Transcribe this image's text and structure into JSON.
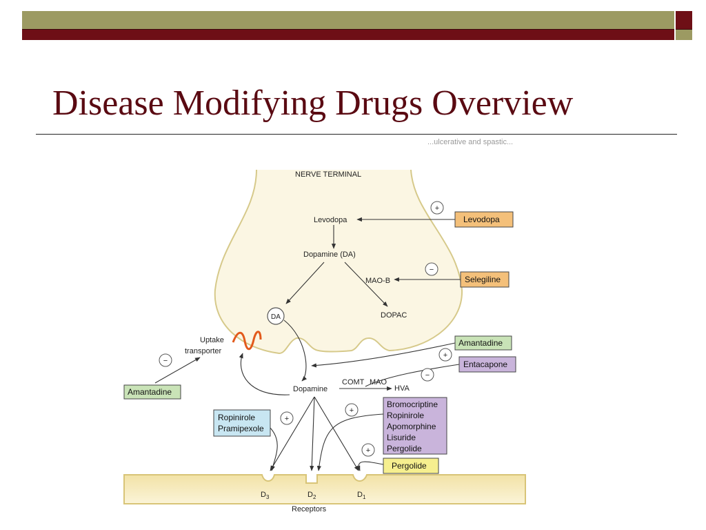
{
  "slide": {
    "title": "Disease Modifying Drugs Overview",
    "scan_note": "...ulcerative and spastic..."
  },
  "colors": {
    "olive": "#9c9a62",
    "maroon": "#6e0f16",
    "orange_box": "#f4c07a",
    "green_box": "#c9e3b7",
    "purple_box": "#c9b4db",
    "blue_box": "#c8e6f2",
    "yellow_box": "#f6ef8f",
    "arrow": "#333333",
    "wave": "#e25a1c"
  },
  "diagram": {
    "nerve_terminal": "NERVE TERMINAL",
    "levodopa_inner": "Levodopa",
    "dopamine_da": "Dopamine (DA)",
    "mao_b": "MAO-B",
    "dopac": "DOPAC",
    "da": "DA",
    "uptake_transporter": [
      "Uptake",
      "transporter"
    ],
    "dopamine": "Dopamine",
    "comt": "COMT",
    "mao": "MAO",
    "hva": "HVA",
    "receptor_d3": "D",
    "receptor_d3_sub": "3",
    "receptor_d2": "D",
    "receptor_d2_sub": "2",
    "receptor_d1": "D",
    "receptor_d1_sub": "1",
    "receptors": "Receptors",
    "plus": "+",
    "minus": "−",
    "drugs": {
      "levodopa": "Levodopa",
      "selegiline": "Selegiline",
      "amantadine_right": "Amantadine",
      "entacapone": "Entacapone",
      "amantadine_left": "Amantadine",
      "ropinirole_pramipexole": [
        "Ropinirole",
        "Pramipexole"
      ],
      "agonist_list": [
        "Bromocriptine",
        "Ropinirole",
        "Apomorphine",
        "Lisuride",
        "Pergolide"
      ],
      "pergolide": "Pergolide"
    }
  }
}
